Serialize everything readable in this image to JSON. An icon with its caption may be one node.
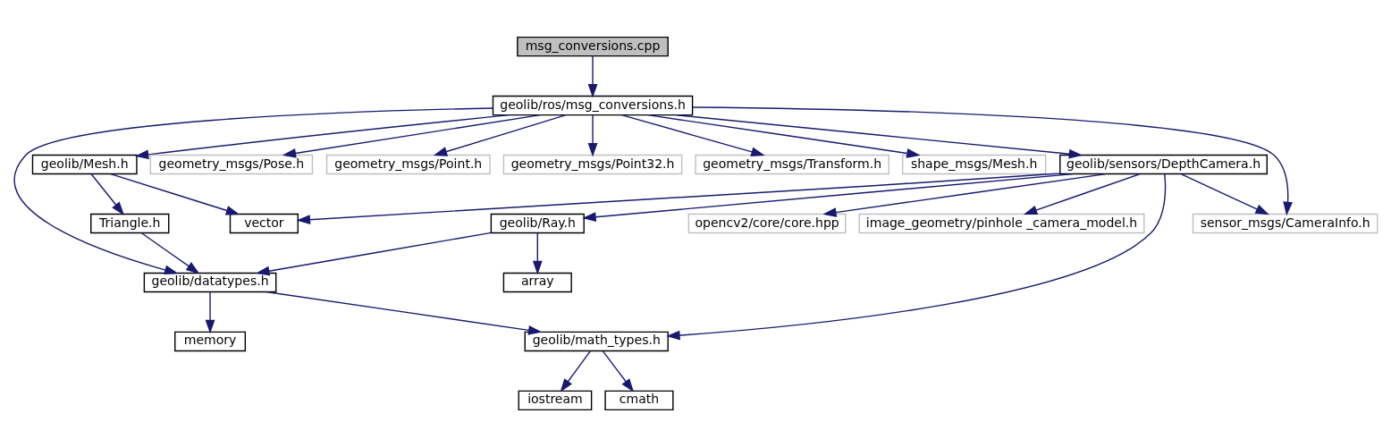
{
  "diagram": {
    "nodes": [
      {
        "text": [
          "msg_conversions.cpp"
        ]
      },
      {
        "text": [
          "geolib/ros/msg_conversions.h"
        ]
      },
      {
        "text": [
          "geolib/Mesh.h"
        ]
      },
      {
        "text": [
          "geolib/sensors/DepthCamera.h"
        ]
      },
      {
        "text": [
          "geometry_msgs/Pose.h"
        ]
      },
      {
        "text": [
          "geometry_msgs/Point.h"
        ]
      },
      {
        "text": [
          "geometry_msgs/Point32.h"
        ]
      },
      {
        "text": [
          "geometry_msgs/Transform.h"
        ]
      },
      {
        "text": [
          "shape_msgs/Mesh.h"
        ]
      },
      {
        "text": [
          "Triangle.h"
        ]
      },
      {
        "text": [
          "vector"
        ]
      },
      {
        "text": [
          "geolib/Ray.h"
        ]
      },
      {
        "text": [
          "opencv2/core/core.hpp"
        ]
      },
      {
        "text": [
          "image_geometry/pinhole _camera_model.h"
        ]
      },
      {
        "text": [
          "sensor_msgs/CameraInfo.h"
        ]
      },
      {
        "text": [
          "geolib/datatypes.h"
        ]
      },
      {
        "text": [
          "array"
        ]
      },
      {
        "text": [
          "memory"
        ]
      },
      {
        "text": [
          "geolib/math_types.h"
        ]
      },
      {
        "text": [
          "iostream"
        ]
      },
      {
        "text": [
          "cmath"
        ]
      }
    ],
    "edges": [
      {
        "from": 0,
        "to": 1,
        "arrow": "to"
      },
      {
        "from": 1,
        "to": 15,
        "arrow": "to"
      },
      {
        "from": 1,
        "to": 2,
        "arrow": "to"
      },
      {
        "from": 1,
        "to": 3,
        "arrow": "to"
      },
      {
        "from": 1,
        "to": 14,
        "arrow": "to"
      },
      {
        "from": 1,
        "to": 4,
        "arrow": "to"
      },
      {
        "from": 1,
        "to": 5,
        "arrow": "to"
      },
      {
        "from": 1,
        "to": 6,
        "arrow": "to"
      },
      {
        "from": 1,
        "to": 7,
        "arrow": "to"
      },
      {
        "from": 1,
        "to": 8,
        "arrow": "to"
      },
      {
        "from": 2,
        "to": 9,
        "arrow": "to"
      },
      {
        "from": 2,
        "to": 10,
        "arrow": "to"
      },
      {
        "from": 3,
        "to": 10,
        "arrow": "to"
      },
      {
        "from": 3,
        "to": 11,
        "arrow": "to"
      },
      {
        "from": 3,
        "to": 18,
        "arrow": "to"
      },
      {
        "from": 3,
        "to": 12,
        "arrow": "to"
      },
      {
        "from": 3,
        "to": 13,
        "arrow": "to"
      },
      {
        "from": 3,
        "to": 14,
        "arrow": "to"
      },
      {
        "from": 9,
        "to": 15,
        "arrow": "to"
      },
      {
        "from": 11,
        "to": 15,
        "arrow": "to"
      },
      {
        "from": 11,
        "to": 16,
        "arrow": "to"
      },
      {
        "from": 15,
        "to": 17,
        "arrow": "to"
      },
      {
        "from": 15,
        "to": 18,
        "arrow": "to"
      },
      {
        "from": 18,
        "to": 19,
        "arrow": "to"
      },
      {
        "from": 18,
        "to": 20,
        "arrow": "to"
      }
    ]
  }
}
